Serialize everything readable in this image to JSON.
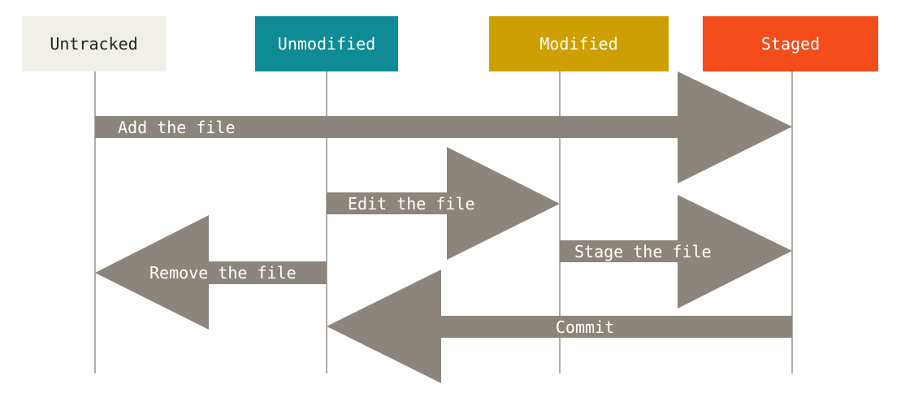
{
  "states": [
    {
      "id": "untracked",
      "label": "Untracked",
      "fill": "#f0efe8",
      "text_color": "#222222"
    },
    {
      "id": "unmodified",
      "label": "Unmodified",
      "fill": "#0e8b95",
      "text_color": "#ffffff"
    },
    {
      "id": "modified",
      "label": "Modified",
      "fill": "#cd9f00",
      "text_color": "#ffffff"
    },
    {
      "id": "staged",
      "label": "Staged",
      "fill": "#f44d1b",
      "text_color": "#ffffff"
    }
  ],
  "actions": [
    {
      "id": "add-the-file",
      "label": "Add the file"
    },
    {
      "id": "edit-the-file",
      "label": "Edit the file"
    },
    {
      "id": "stage-the-file",
      "label": "Stage the file"
    },
    {
      "id": "remove-the-file",
      "label": "Remove the file"
    },
    {
      "id": "commit",
      "label": "Commit"
    }
  ],
  "colors": {
    "arrow": "#8c857c",
    "lifeline": "#b0aca6"
  }
}
